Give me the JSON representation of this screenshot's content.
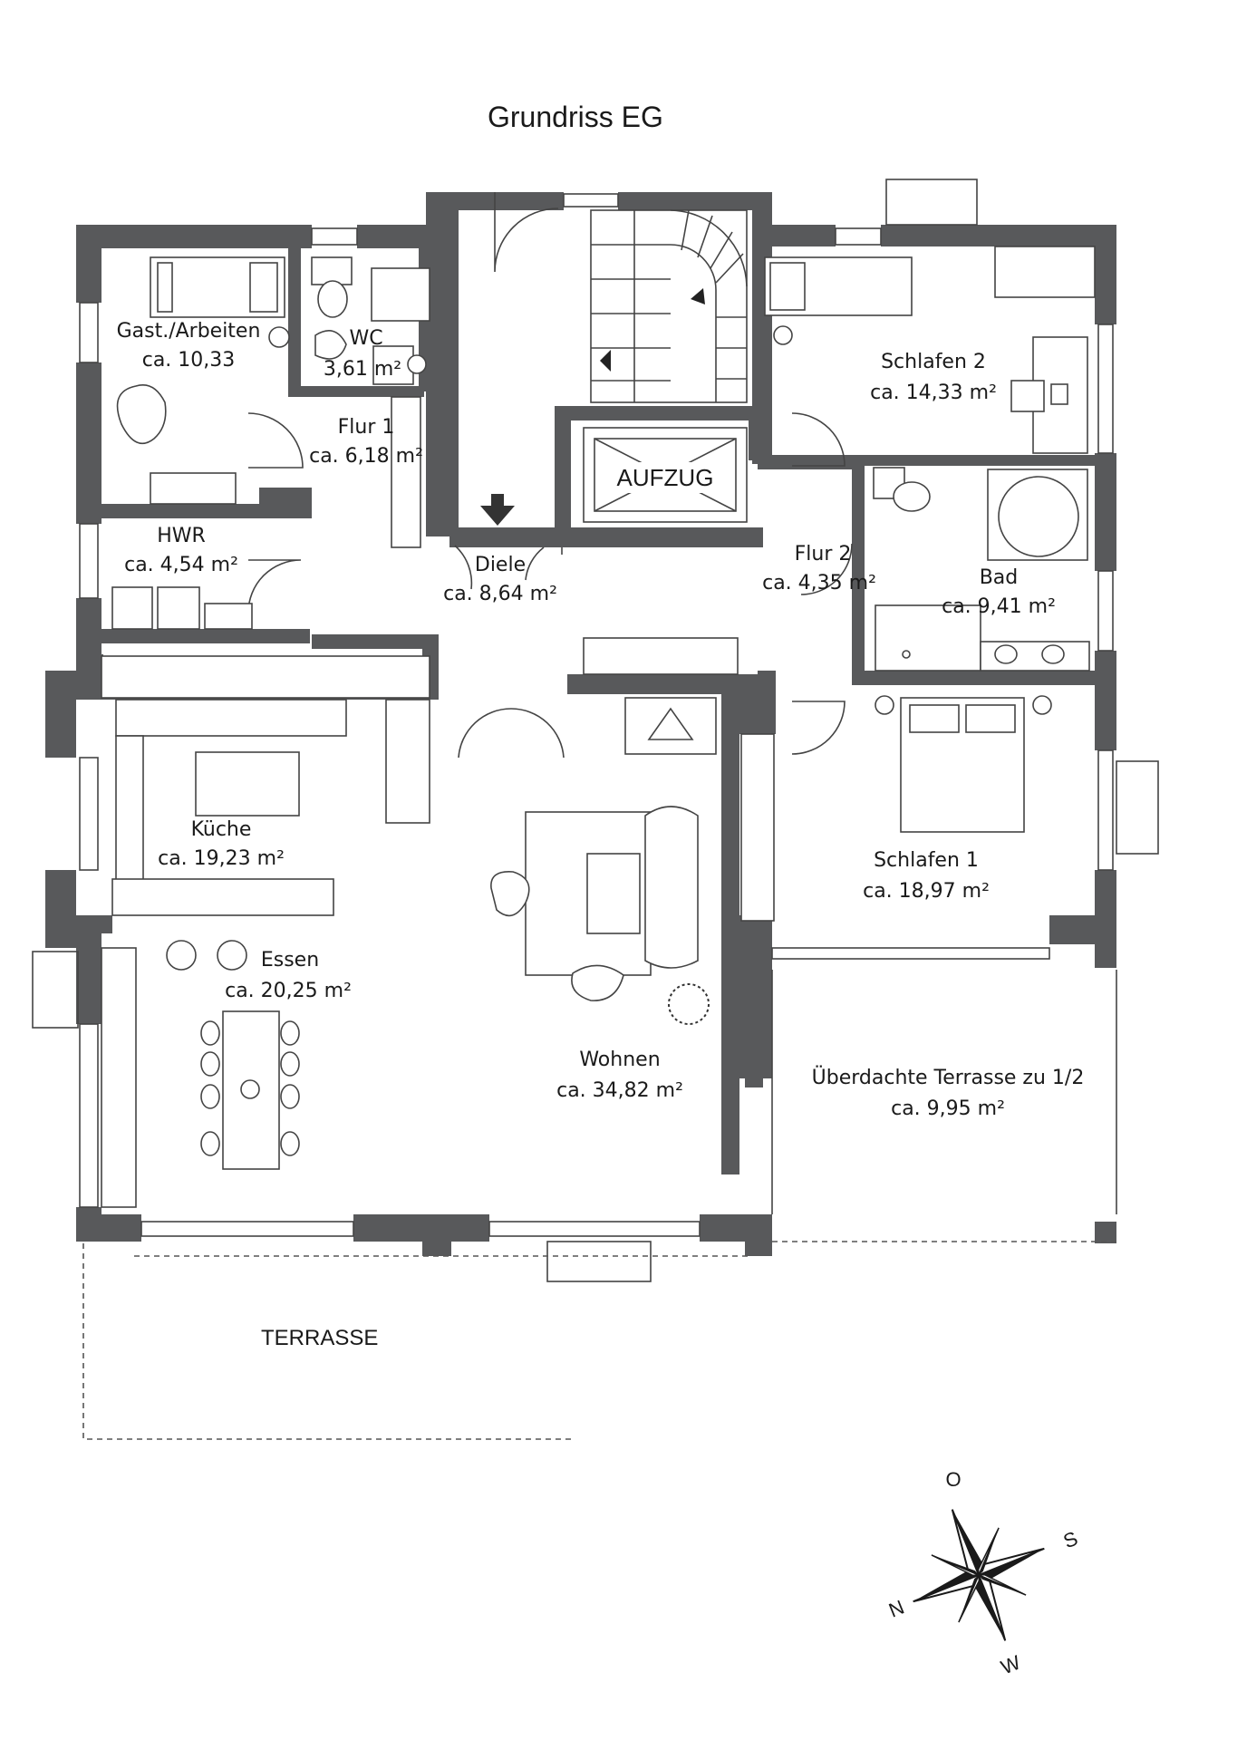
{
  "title": "Grundriss EG",
  "rooms": {
    "gast": {
      "name": "Gast./Arbeiten",
      "area": "ca. 10,33"
    },
    "wc": {
      "name": "WC",
      "area": "3,61 m²"
    },
    "flur1": {
      "name": "Flur 1",
      "area": "ca. 6,18 m²"
    },
    "hwr": {
      "name": "HWR",
      "area": "ca. 4,54 m²"
    },
    "diele": {
      "name": "Diele",
      "area": "ca. 8,64 m²"
    },
    "flur2": {
      "name": "Flur 2",
      "area": "ca. 4,35 m²"
    },
    "schlafen2": {
      "name": "Schlafen 2",
      "area": "ca. 14,33 m²"
    },
    "bad": {
      "name": "Bad",
      "area": "ca. 9,41 m²"
    },
    "kueche": {
      "name": "Küche",
      "area": "ca. 19,23 m²"
    },
    "schlafen1": {
      "name": "Schlafen 1",
      "area": "ca. 18,97 m²"
    },
    "essen": {
      "name": "Essen",
      "area": "ca. 20,25 m²"
    },
    "wohnen": {
      "name": "Wohnen",
      "area": "ca. 34,82 m²"
    },
    "terrasse_ueberdacht": {
      "name": "Überdachte Terrasse zu 1/2",
      "area": "ca. 9,95 m²"
    }
  },
  "aufzug": "AUFZUG",
  "terrasse": "TERRASSE",
  "compass": {
    "n": "N",
    "o": "O",
    "s": "S",
    "w": "W"
  }
}
